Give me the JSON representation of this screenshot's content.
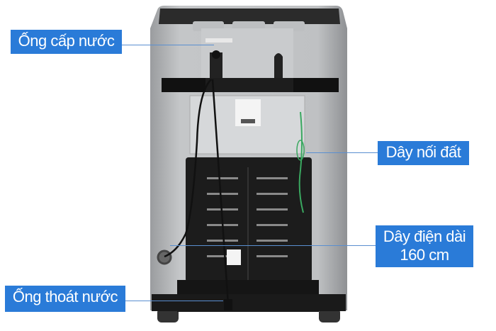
{
  "callouts": {
    "water_inlet": "Ống cấp nước",
    "ground_wire": "Dây nối đất",
    "power_cord_line1": "Dây điện dài",
    "power_cord_line2": "160 cm",
    "drain_hose": "Ống thoát nước"
  },
  "colors": {
    "callout_background": "#2a7bd8",
    "callout_text": "#ffffff",
    "machine_body": "#b4b6b8",
    "rear_panel": "#1c1c1c",
    "ground_wire": "#3aa860"
  }
}
